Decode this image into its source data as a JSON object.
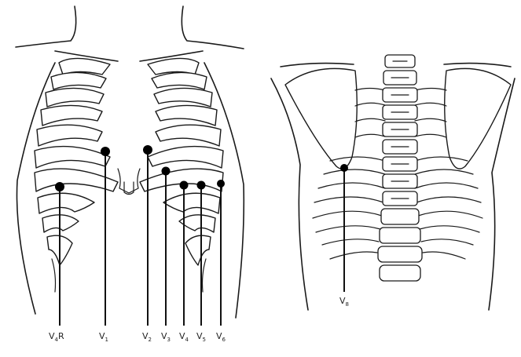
{
  "front_view": {
    "leads": [
      {
        "main": "V",
        "sub": "4",
        "suffix": "R",
        "name": "lead-v4r"
      },
      {
        "main": "V",
        "sub": "1",
        "suffix": "",
        "name": "lead-v1"
      },
      {
        "main": "V",
        "sub": "2",
        "suffix": "",
        "name": "lead-v2"
      },
      {
        "main": "V",
        "sub": "3",
        "suffix": "",
        "name": "lead-v3"
      },
      {
        "main": "V",
        "sub": "4",
        "suffix": "",
        "name": "lead-v4"
      },
      {
        "main": "V",
        "sub": "5",
        "suffix": "",
        "name": "lead-v5"
      },
      {
        "main": "V",
        "sub": "6",
        "suffix": "",
        "name": "lead-v6"
      }
    ]
  },
  "back_view": {
    "leads": [
      {
        "main": "V",
        "sub": "8",
        "suffix": "",
        "name": "lead-v8"
      }
    ]
  },
  "colors": {
    "line": "#1a1a1a",
    "electrode": "#000000",
    "background": "#ffffff"
  }
}
